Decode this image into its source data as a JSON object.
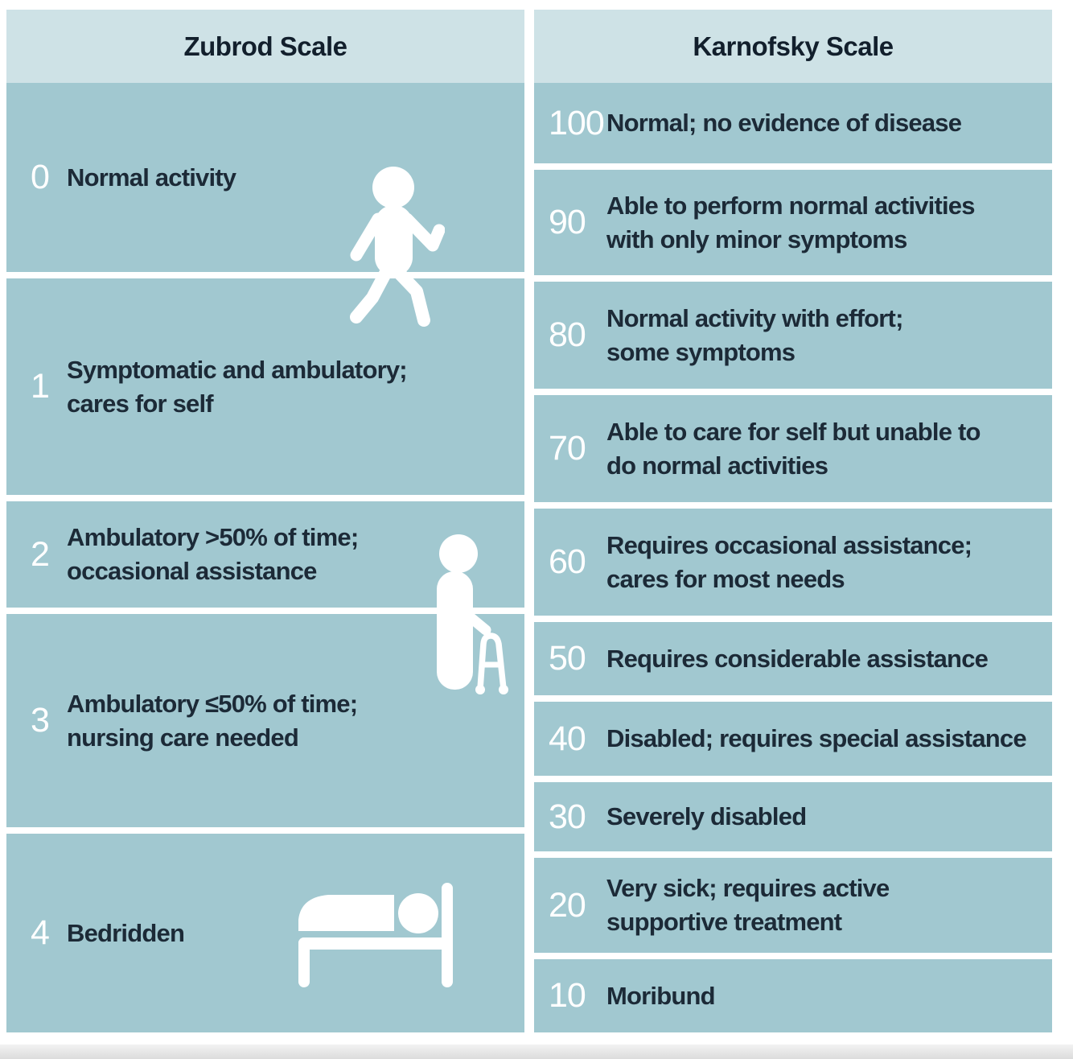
{
  "colors": {
    "header_bg": "#cee2e6",
    "row_bg": "#a1c8d0",
    "divider": "#ffffff",
    "score_color": "#ffffff",
    "label_color": "#1c2a37"
  },
  "zubrod": {
    "title": "Zubrod Scale",
    "rows": [
      {
        "score": "0",
        "label": "Normal activity"
      },
      {
        "score": "1",
        "label": "Symptomatic and ambulatory;\ncares for self"
      },
      {
        "score": "2",
        "label": "Ambulatory >50% of time;\noccasional assistance"
      },
      {
        "score": "3",
        "label": "Ambulatory ≤50% of time;\nnursing care needed"
      },
      {
        "score": "4",
        "label": "Bedridden"
      }
    ],
    "icons": [
      {
        "name": "walking-person"
      },
      {
        "name": "person-with-walker"
      },
      {
        "name": "person-in-bed"
      }
    ]
  },
  "karnofsky": {
    "title": "Karnofsky Scale",
    "rows": [
      {
        "score": "100",
        "label": "Normal; no evidence of disease"
      },
      {
        "score": "90",
        "label": "Able to perform normal activities\nwith only minor symptoms"
      },
      {
        "score": "80",
        "label": "Normal activity with effort;\nsome symptoms"
      },
      {
        "score": "70",
        "label": "Able to care for self but unable to\ndo normal activities"
      },
      {
        "score": "60",
        "label": "Requires occasional assistance;\ncares for most needs"
      },
      {
        "score": "50",
        "label": "Requires considerable assistance"
      },
      {
        "score": "40",
        "label": "Disabled; requires special assistance"
      },
      {
        "score": "30",
        "label": "Severely disabled"
      },
      {
        "score": "20",
        "label": "Very sick; requires active\nsupportive treatment"
      },
      {
        "score": "10",
        "label": "Moribund"
      }
    ]
  }
}
